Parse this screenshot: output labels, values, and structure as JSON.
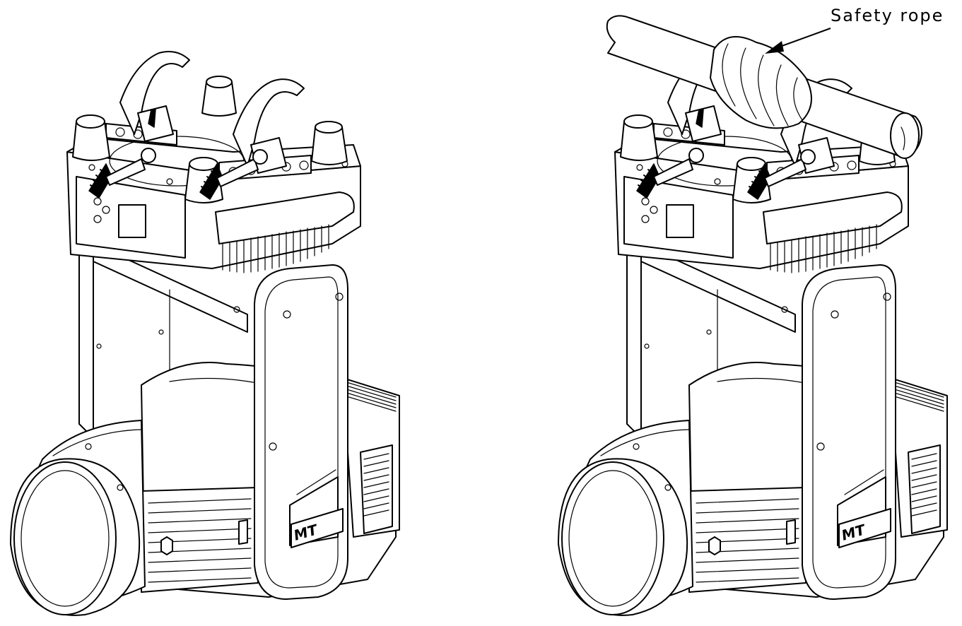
{
  "figures": [
    {
      "name": "fixture-without-safety-rope",
      "logo": "MT"
    },
    {
      "name": "fixture-with-safety-rope",
      "logo": "MT"
    }
  ],
  "callout": {
    "label": "Safety rope"
  },
  "colors": {
    "line": "#000000",
    "background": "#ffffff"
  }
}
